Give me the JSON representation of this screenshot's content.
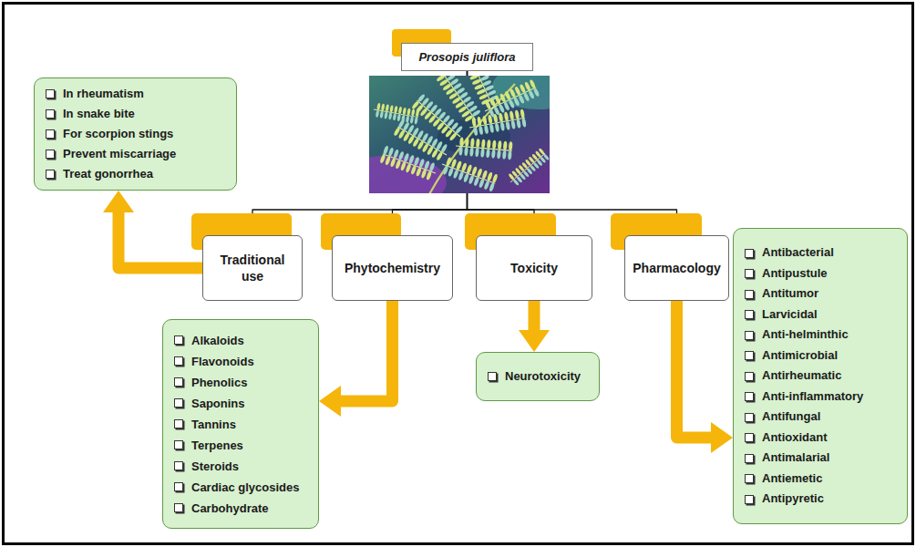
{
  "diagram": {
    "nodes": [
      {
        "text": [
          "Prosopis juliflora"
        ]
      },
      {
        "text": [
          "Traditional use"
        ]
      },
      {
        "text": [
          "Phytochemistry"
        ]
      },
      {
        "text": [
          "Toxicity"
        ]
      },
      {
        "text": [
          "Pharmacology"
        ]
      },
      {
        "text": [
          "In rheumatism",
          "In snake bite",
          "For scorpion stings",
          "Prevent miscarriage",
          "Treat gonorrhea"
        ]
      },
      {
        "text": [
          "Alkaloids",
          "Flavonoids",
          "Phenolics",
          "Saponins",
          "Tannins",
          "Terpenes",
          "Steroids",
          "Cardiac glycosides",
          "Carbohydrate"
        ]
      },
      {
        "text": [
          "Neurotoxicity"
        ]
      },
      {
        "text": [
          "Antibacterial",
          "Antipustule",
          "Antitumor",
          "Larvicidal",
          "Anti-helminthic",
          "Antimicrobial",
          "Antirheumatic",
          "Anti-inflammatory",
          "Antifungal",
          "Antioxidant",
          "Antimalarial",
          "Antiemetic",
          "Antipyretic"
        ]
      }
    ],
    "edges": [
      {
        "from": 0,
        "to": 1,
        "arrow": "none"
      },
      {
        "from": 0,
        "to": 2,
        "arrow": "none"
      },
      {
        "from": 0,
        "to": 3,
        "arrow": "none"
      },
      {
        "from": 0,
        "to": 4,
        "arrow": "none"
      },
      {
        "from": 1,
        "to": 5,
        "arrow": "to"
      },
      {
        "from": 2,
        "to": 6,
        "arrow": "to"
      },
      {
        "from": 3,
        "to": 7,
        "arrow": "to"
      },
      {
        "from": 4,
        "to": 8,
        "arrow": "to"
      }
    ]
  }
}
